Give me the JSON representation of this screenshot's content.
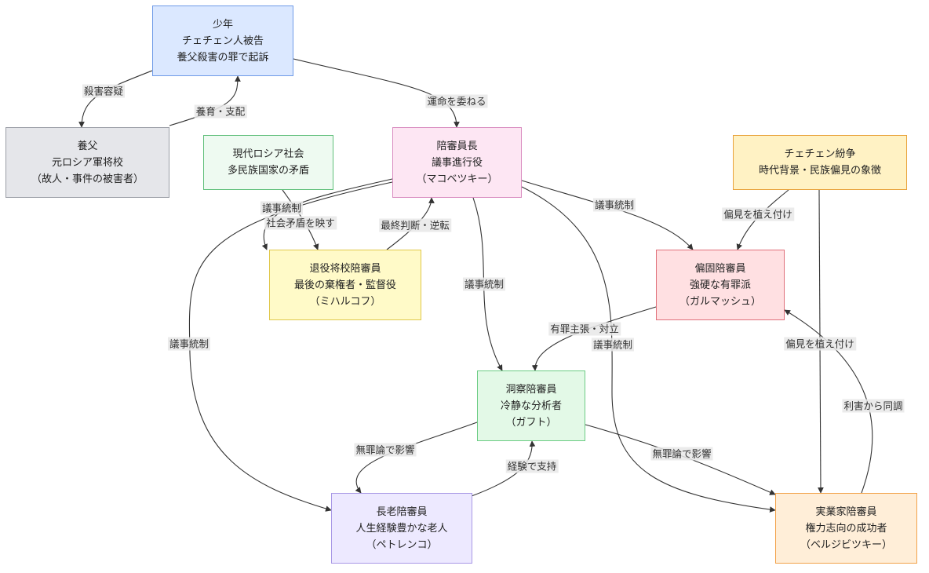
{
  "nodes": {
    "boy": {
      "lines": [
        "少年",
        "チェチェン人被告",
        "養父殺害の罪で起訴"
      ],
      "fill": "#dbe8ff",
      "stroke": "#6f9be8"
    },
    "father": {
      "lines": [
        "養父",
        "元ロシア軍将校",
        "（故人・事件の被害者）"
      ],
      "fill": "#e5e6ea",
      "stroke": "#9a9ea6"
    },
    "society": {
      "lines": [
        "現代ロシア社会",
        "多民族国家の矛盾"
      ],
      "fill": "#eefaf1",
      "stroke": "#5fbf7a"
    },
    "foreman": {
      "lines": [
        "陪審員長",
        "議事進行役",
        "（マコベツキー）"
      ],
      "fill": "#fde6f3",
      "stroke": "#d98cc0"
    },
    "war": {
      "lines": [
        "チェチェン紛争",
        "時代背景・民族偏見の象徴"
      ],
      "fill": "#fff2c4",
      "stroke": "#e8a23a"
    },
    "officer": {
      "lines": [
        "退役将校陪審員",
        "最後の棄権者・監督役",
        "（ミハルコフ）"
      ],
      "fill": "#fffac8",
      "stroke": "#e0c84a"
    },
    "stubborn": {
      "lines": [
        "偏固陪審員",
        "強硬な有罪派",
        "（ガルマッシュ）"
      ],
      "fill": "#ffe0e2",
      "stroke": "#e0707a"
    },
    "insight": {
      "lines": [
        "洞察陪審員",
        "冷静な分析者",
        "（ガフト）"
      ],
      "fill": "#e3f9e7",
      "stroke": "#6ccc84"
    },
    "elder": {
      "lines": [
        "長老陪審員",
        "人生経験豊かな老人",
        "（ペトレンコ）"
      ],
      "fill": "#ede9ff",
      "stroke": "#a898e6"
    },
    "business": {
      "lines": [
        "実業家陪審員",
        "権力志向の成功者",
        "（ベルジビツキー）"
      ],
      "fill": "#ffeed8",
      "stroke": "#f2a24a"
    }
  },
  "edges": {
    "boy_father": "殺害容疑",
    "father_boy": "養育・支配",
    "boy_foreman": "運命を委ねる",
    "foreman_officer": "議事統制",
    "society_officer": "社会矛盾を映す",
    "officer_foreman": "最終判断・逆転",
    "foreman_stubborn": "議事統制",
    "war_stubborn": "偏見を植え付け",
    "foreman_insight": "議事統制",
    "foreman_elder": "議事統制",
    "stubborn_insight": "有罪主張・対立",
    "foreman_business": "議事統制",
    "war_business": "偏見を植え付け",
    "business_stubborn": "利害から同調",
    "insight_elder": "無罪論で影響",
    "elder_insight": "経験で支持",
    "insight_business": "無罪論で影響"
  },
  "colors": {
    "edge": "#333333",
    "label_bg": "#e8e8e8"
  }
}
